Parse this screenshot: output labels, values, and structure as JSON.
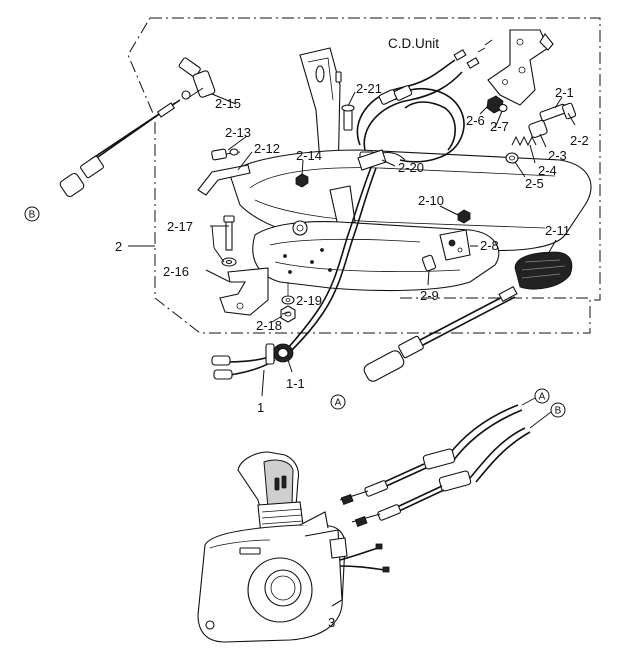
{
  "diagram": {
    "unit_label": "C.D.Unit",
    "labels": {
      "p1": "1",
      "p1_1": "1-1",
      "p2": "2",
      "p2_1": "2-1",
      "p2_2": "2-2",
      "p2_3": "2-3",
      "p2_4": "2-4",
      "p2_5": "2-5",
      "p2_6": "2-6",
      "p2_7": "2-7",
      "p2_8": "2-8",
      "p2_9": "2-9",
      "p2_10": "2-10",
      "p2_11": "2-11",
      "p2_12": "2-12",
      "p2_13": "2-13",
      "p2_14": "2-14",
      "p2_15": "2-15",
      "p2_16": "2-16",
      "p2_17": "2-17",
      "p2_18": "2-18",
      "p2_19": "2-19",
      "p2_20": "2-20",
      "p2_21": "2-21",
      "p3": "3"
    },
    "cable_markers": {
      "a": "A",
      "b": "B"
    }
  }
}
